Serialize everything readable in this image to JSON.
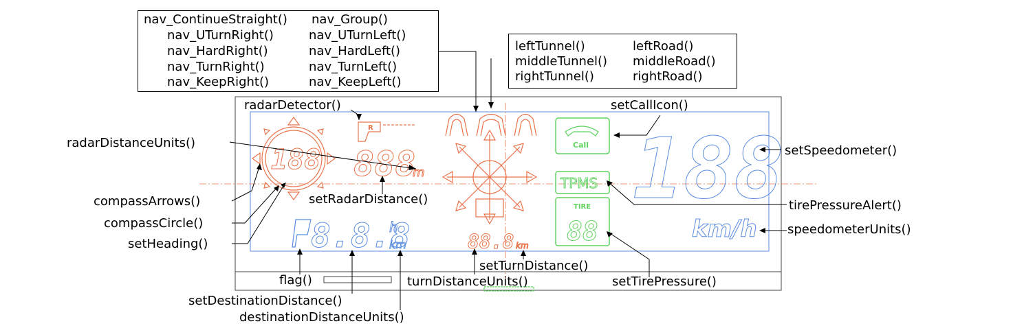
{
  "nav_box": {
    "rows": [
      [
        "nav_ContinueStraight()",
        "nav_Group()"
      ],
      [
        "nav_UTurnRight()",
        "nav_UTurnLeft()"
      ],
      [
        "nav_HardRight()",
        "nav_HardLeft()"
      ],
      [
        "nav_TurnRight()",
        "nav_TurnLeft()"
      ],
      [
        "nav_KeepRight()",
        "nav_KeepLeft()"
      ]
    ]
  },
  "road_box": {
    "rows": [
      [
        "leftTunnel()",
        "leftRoad()"
      ],
      [
        "middleTunnel()",
        "middleRoad()"
      ],
      [
        "rightTunnel()",
        "rightRoad()"
      ]
    ]
  },
  "labels": {
    "radarDetector": "radarDetector()",
    "setCallIcon": "setCallIcon()",
    "radarDistanceUnits": "radarDistanceUnits()",
    "setSpeedometer": "setSpeedometer()",
    "setRadarDistance": "setRadarDistance()",
    "compassArrows": "compassArrows()",
    "tirePressureAlert": "tirePressureAlert()",
    "compassCircle": "compassCircle()",
    "speedometerUnits": "speedometerUnits()",
    "setHeading": "setHeading()",
    "setTurnDistance": "setTurnDistance()",
    "flag": "flag()",
    "turnDistanceUnits": "turnDistanceUnits()",
    "setTirePressure": "setTirePressure()",
    "setDestinationDistance": "setDestinationDistance()",
    "destinationDistanceUnits": "destinationDistanceUnits()"
  },
  "display": {
    "heading_digits": "188",
    "radar_digits": "888",
    "radar_unit": "m",
    "radar_icon_letter": "R",
    "dest_digits": "8.8.8",
    "dest_unit_top": "h",
    "dest_unit_bottom": "km",
    "turn_digits": "88.8",
    "turn_unit": "km",
    "call_text": "Call",
    "tpms_text": "TPMS",
    "tire_text": "TIRE",
    "tire_digits": "88",
    "speed_digits": "188",
    "speed_unit": "km/h"
  },
  "colors": {
    "orange": "#e8734a",
    "blue": "#5b8de0",
    "green": "#5fd35f",
    "frame": "#000000",
    "guide": "#e8734a"
  }
}
